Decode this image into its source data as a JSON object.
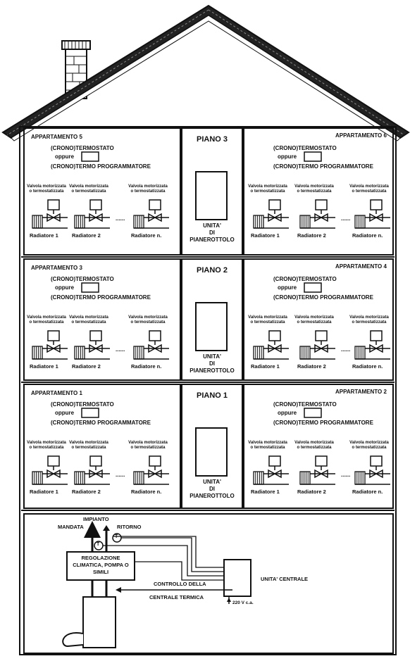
{
  "floors": [
    {
      "piano_label": "PIANO 3",
      "left": {
        "title": "APPARTAMENTO 5"
      },
      "right": {
        "title": "APPARTAMENTO 6"
      }
    },
    {
      "piano_label": "PIANO 2",
      "left": {
        "title": "APPARTAMENTO 3"
      },
      "right": {
        "title": "APPARTAMENTO 4"
      }
    },
    {
      "piano_label": "PIANO 1",
      "left": {
        "title": "APPARTAMENTO 1"
      },
      "right": {
        "title": "APPARTAMENTO 2"
      }
    }
  ],
  "apartment_common": {
    "thermostat_line1": "(CRONO)TERMOSTATO",
    "oppure": "oppure",
    "thermostat_line2": "(CRONO)TERMO PROGRAMMATORE",
    "valve_label": "Valvola motorizzata o termostatizzata",
    "radiator_labels": [
      "Radiatore 1",
      "Radiatore 2",
      "Radiatore n."
    ],
    "dots": "......"
  },
  "landing_unit": {
    "line1": "UNITA'",
    "line2": "DI",
    "line3": "PIANEROTTOLO"
  },
  "plant": {
    "impianto": "IMPIANTO",
    "mandata": "MANDATA",
    "ritorno": "RITORNO",
    "sensor_symbol": "T",
    "regolazione": "REGOLAZIONE CLIMATICA, POMPA O SIMILI",
    "controllo_line1": "CONTROLLO DELLA",
    "controllo_line2": "CENTRALE TERMICA",
    "unita_centrale": "UNITA' CENTRALE",
    "power": "220 V c.a."
  }
}
